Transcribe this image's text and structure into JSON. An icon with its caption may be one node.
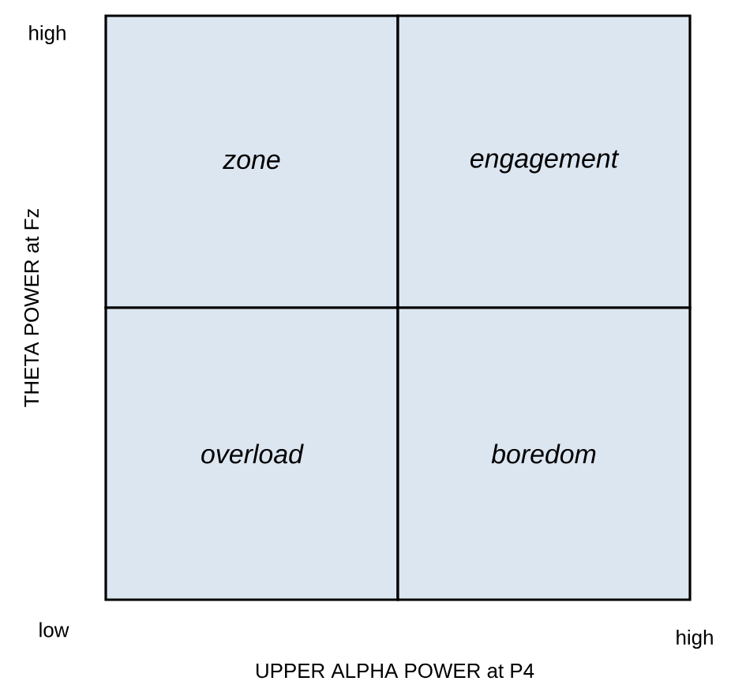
{
  "diagram": {
    "nodes": [
      {
        "text": [
          "zone"
        ]
      },
      {
        "text": [
          "engagement"
        ]
      },
      {
        "text": [
          "overload"
        ]
      },
      {
        "text": [
          "boredom"
        ]
      }
    ],
    "labels": [
      "high",
      "THETA POWER at Fz",
      "low",
      "high",
      "UPPER ALPHA POWER at P4"
    ]
  }
}
